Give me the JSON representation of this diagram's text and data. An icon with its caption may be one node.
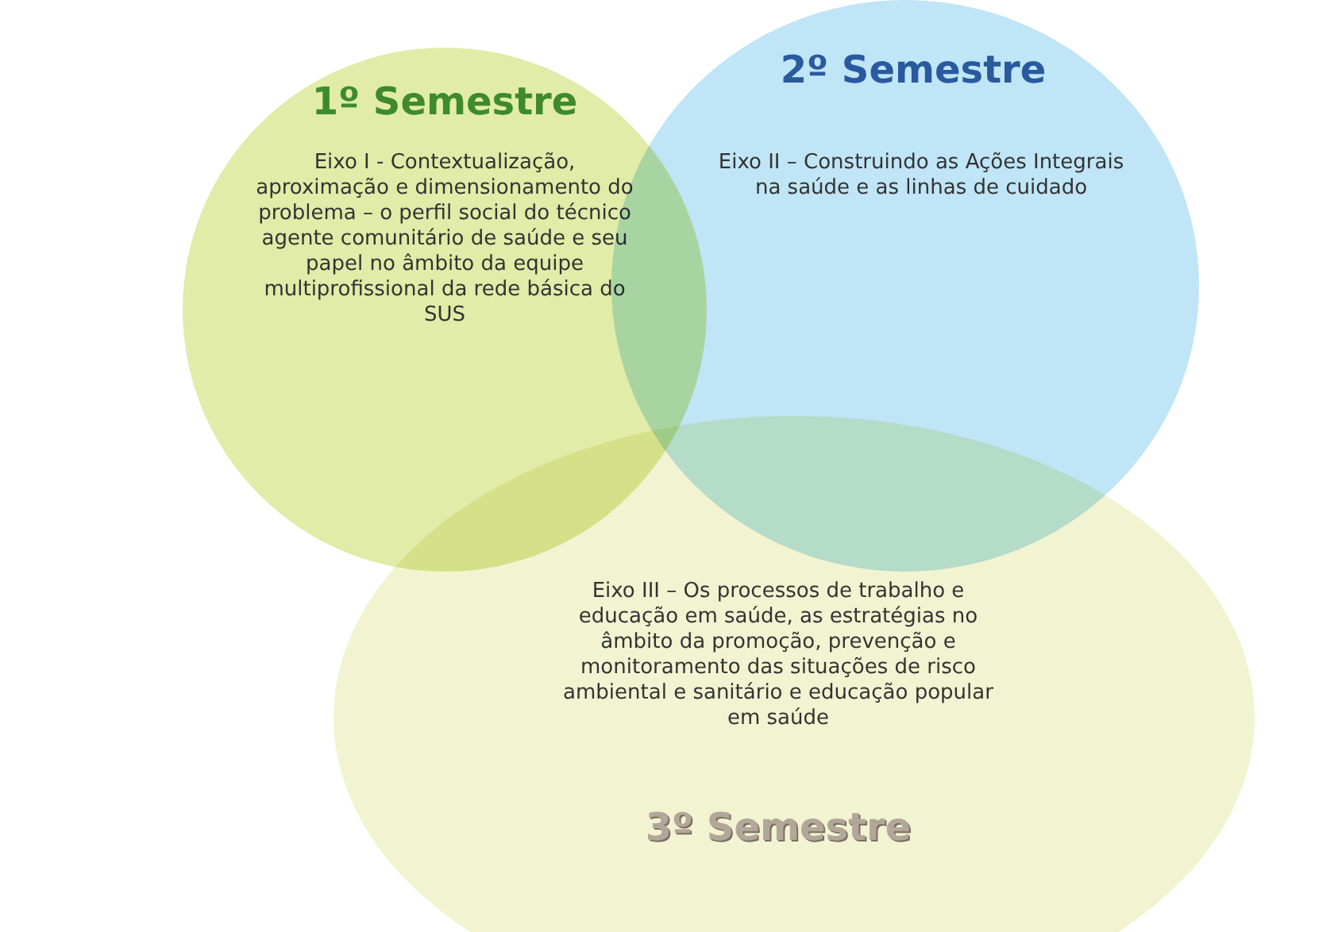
{
  "diagram": {
    "nodes": [
      {
        "text": [
          "1º Semestre",
          "Eixo I - Contextualização, aproximação e dimensionamento do problema – o perfil social do técnico agente comunitário de saúde e seu papel no âmbito da equipe multiprofissional da rede básica do SUS"
        ]
      },
      {
        "text": [
          "2º Semestre",
          "Eixo II – Construindo as Ações Integrais na saúde e as linhas de cuidado"
        ]
      },
      {
        "text": [
          "Eixo III – Os processos de trabalho e educação em saúde, as estratégias no âmbito da promoção, prevenção e monitoramento das situações de risco ambiental e sanitário e educação popular em saúde",
          "3º Semestre"
        ]
      }
    ]
  }
}
